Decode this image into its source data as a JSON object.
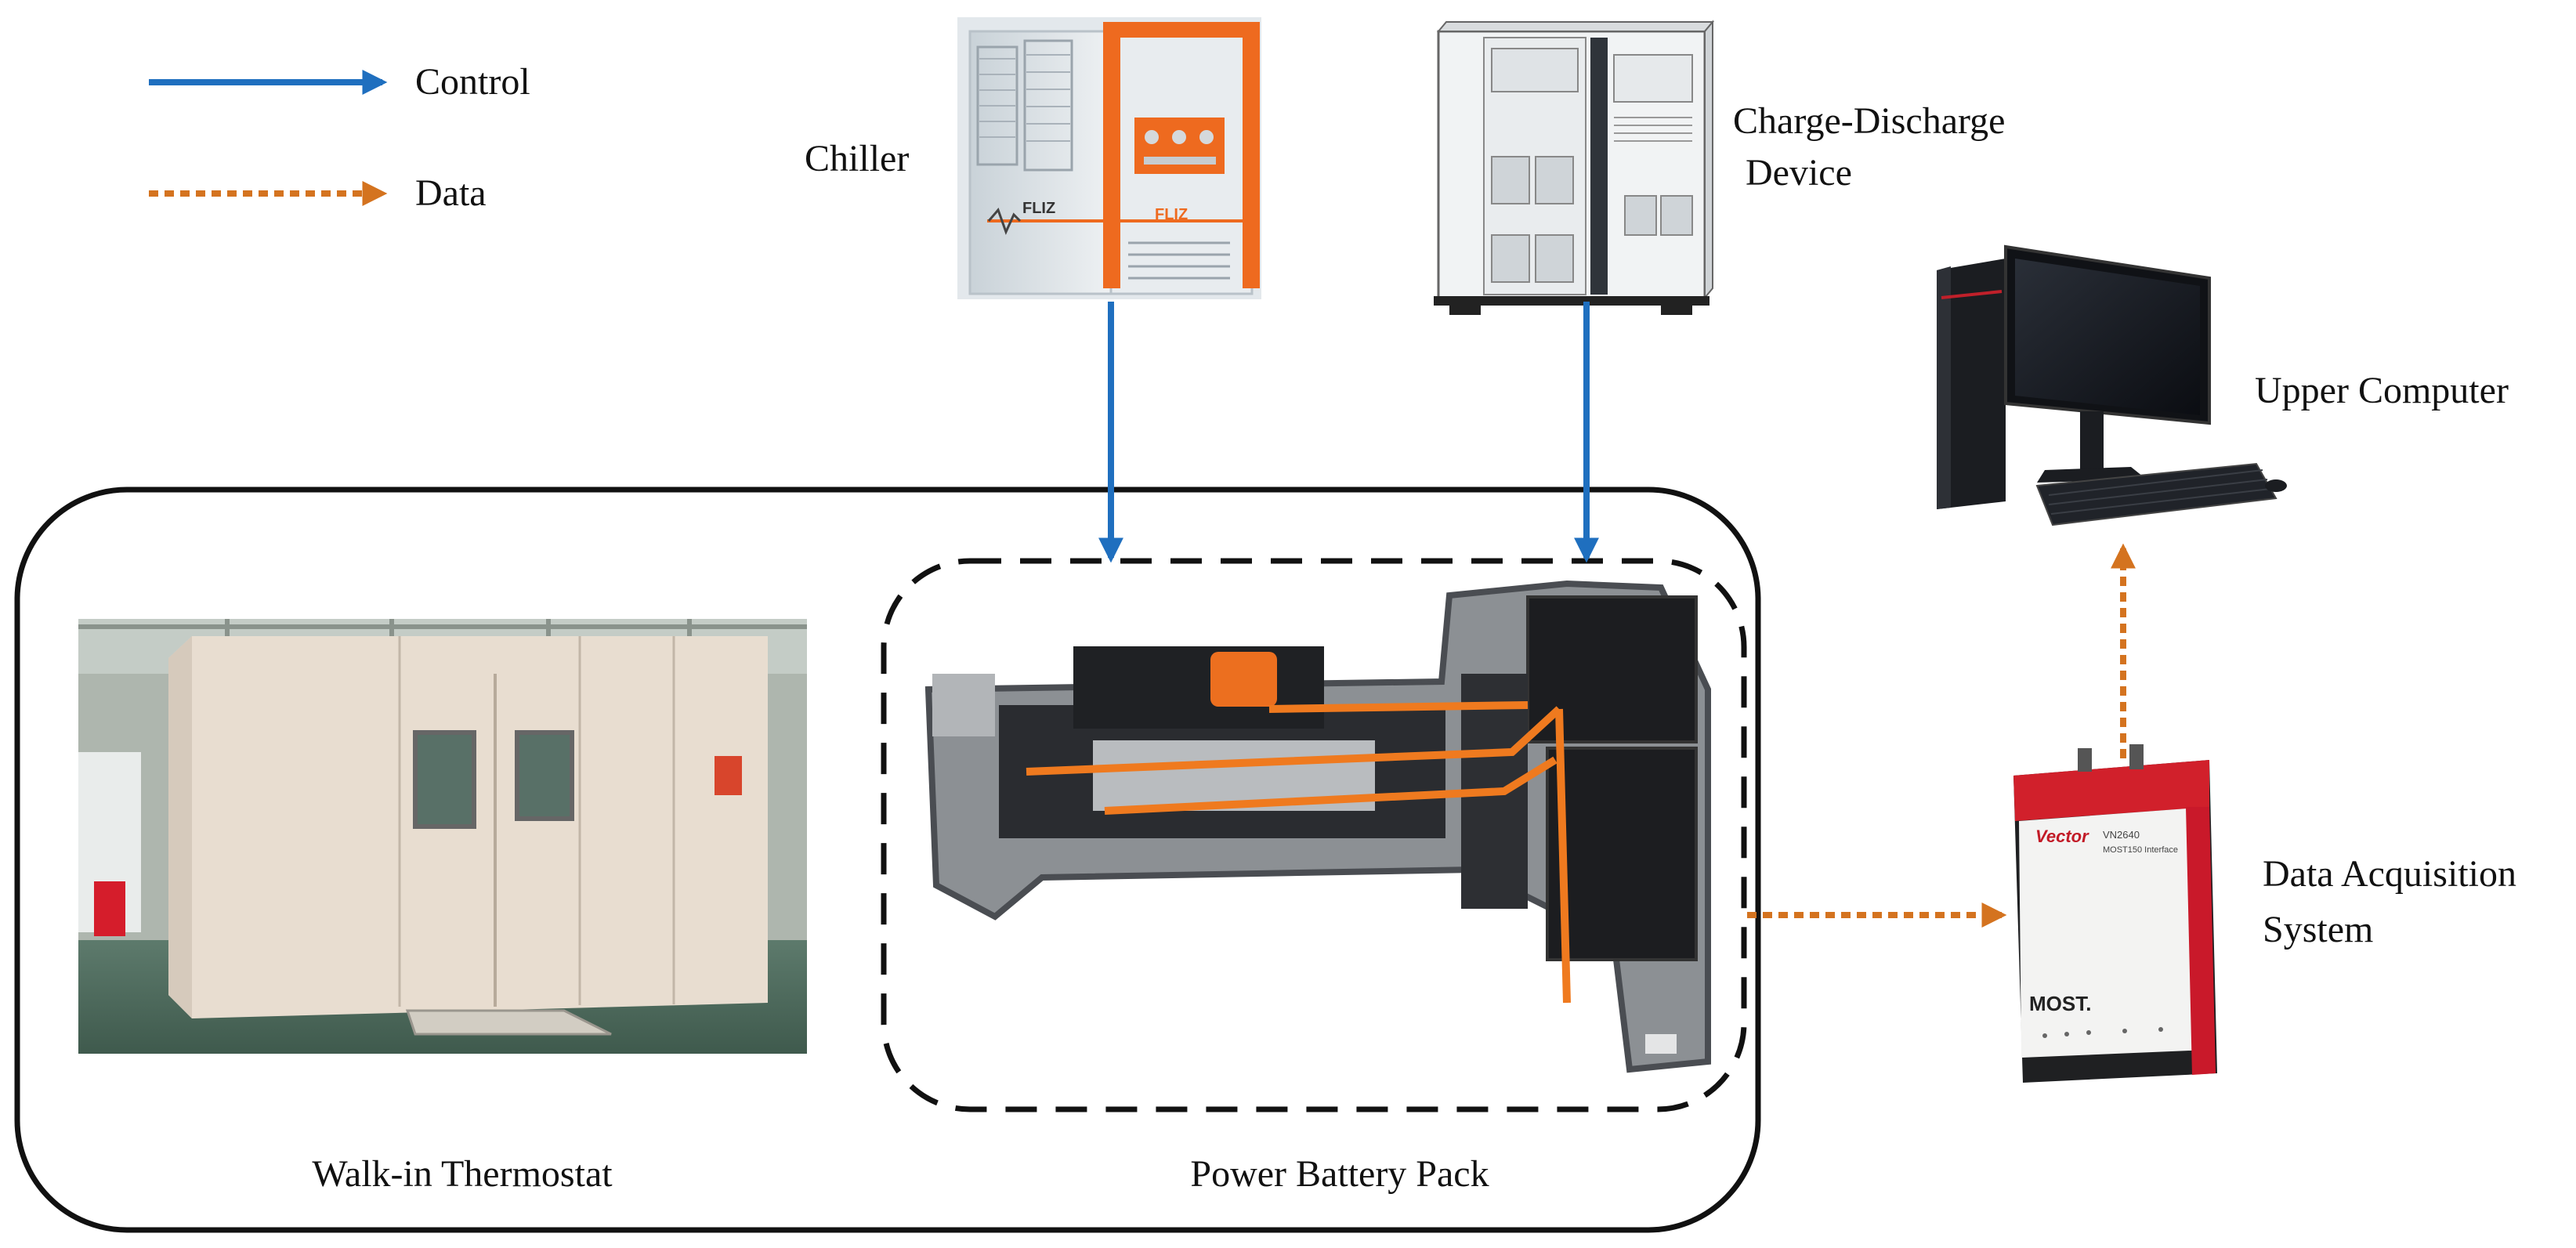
{
  "legend": {
    "control_label": "Control",
    "data_label": "Data",
    "control_color": "#1f6fbf",
    "data_color": "#d4731f"
  },
  "nodes": {
    "chiller": {
      "label": "Chiller",
      "image": "chiller-unit"
    },
    "charge_discharge": {
      "label_line1": "Charge-Discharge",
      "label_line2": "Device",
      "image": "charge-discharge-cabinet"
    },
    "upper_computer": {
      "label": "Upper Computer",
      "image": "desktop-computer"
    },
    "data_acquisition": {
      "label_line1": "Data Acquisition",
      "label_line2": "System",
      "image": "vector-interface-box"
    },
    "thermostat": {
      "label": "Walk-in Thermostat",
      "image": "walk-in-chamber-photo"
    },
    "battery_pack": {
      "label": "Power Battery Pack",
      "image": "battery-pack-photo"
    }
  },
  "device_text": {
    "chiller_brand": "FLIZ",
    "daq_brand": "Vector",
    "daq_model": "VN2640",
    "daq_subtitle": "MOST150 Interface",
    "daq_logo": "MOST."
  },
  "connections": [
    {
      "from": "chiller",
      "to": "battery_pack",
      "type": "control"
    },
    {
      "from": "charge_discharge",
      "to": "battery_pack",
      "type": "control"
    },
    {
      "from": "battery_pack",
      "to": "data_acquisition",
      "type": "data"
    },
    {
      "from": "data_acquisition",
      "to": "upper_computer",
      "type": "data"
    }
  ]
}
